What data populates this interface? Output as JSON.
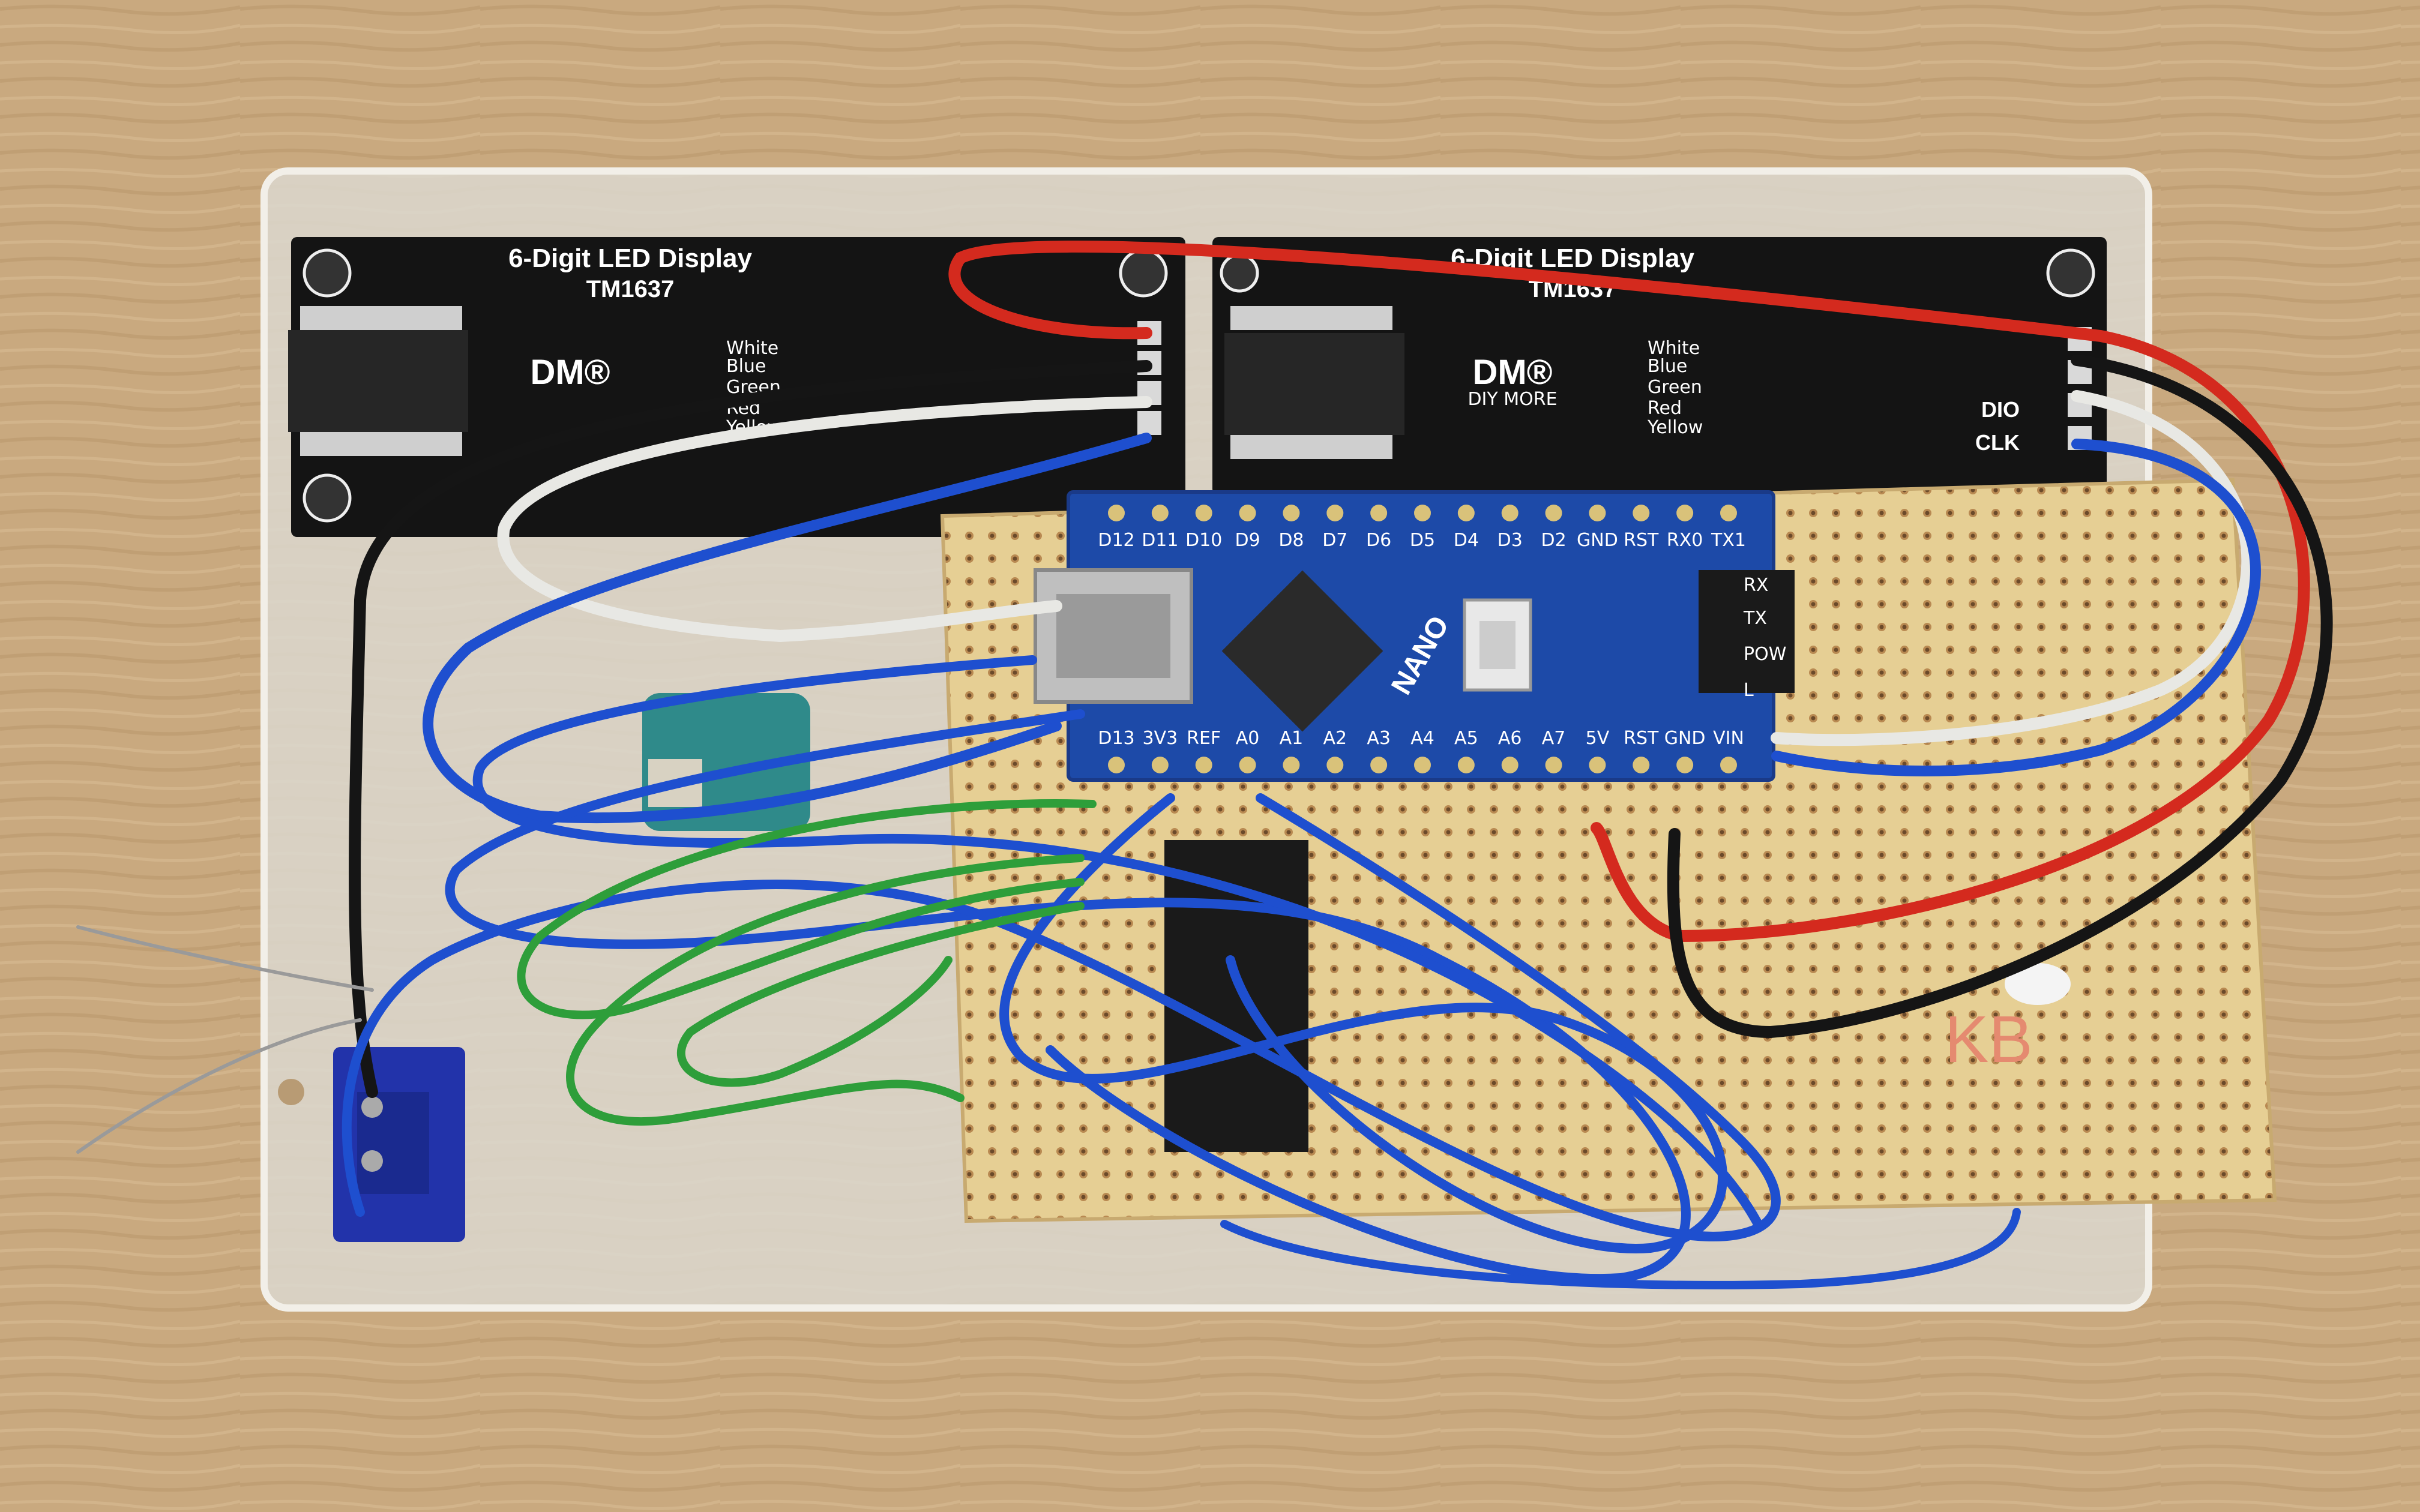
{
  "display_left": {
    "title": "6-Digit LED Display",
    "chip": "TM1637",
    "logo": "DM®",
    "colors": [
      "White",
      "Blue",
      "Green",
      "Red",
      "Yellow"
    ]
  },
  "display_right": {
    "title": "6-Digit LED Display",
    "chip": "TM1637",
    "logo": "DM®",
    "tagline": "DIY MORE",
    "colors": [
      "White",
      "Blue",
      "Green",
      "Red",
      "Yellow"
    ],
    "pin_dio": "DIO",
    "pin_clk": "CLK"
  },
  "arduino": {
    "name": "NANO",
    "top_pins": [
      "D12",
      "D11",
      "D10",
      "D9",
      "D8",
      "D7",
      "D6",
      "D5",
      "D4",
      "D3",
      "D2",
      "GND",
      "RST",
      "RX0",
      "TX1"
    ],
    "bottom_pins": [
      "D13",
      "3V3",
      "REF",
      "A0",
      "A1",
      "A2",
      "A3",
      "A4",
      "A5",
      "A6",
      "A7",
      "5V",
      "RST",
      "GND",
      "VIN"
    ],
    "leds": [
      "RX",
      "TX",
      "POW",
      "L"
    ]
  },
  "board_mark": "KB",
  "wire_colors": {
    "red": "#d42a1e",
    "black": "#151515",
    "white": "#e8e8e4",
    "blue": "#1e4fcf",
    "green": "#2e9e3a"
  }
}
